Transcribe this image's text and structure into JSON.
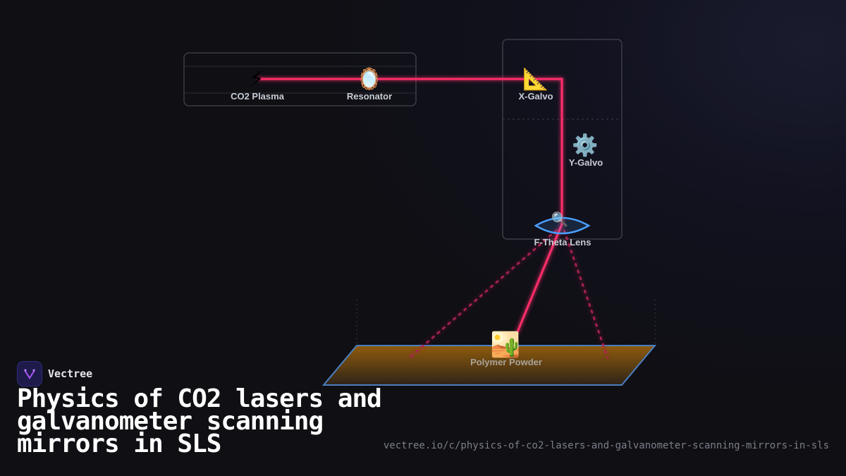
{
  "diagram": {
    "components": [
      {
        "label": "CO2 Plasma",
        "icon": "⚡"
      },
      {
        "label": "Resonator",
        "icon": "🪞"
      },
      {
        "label": "X-Galvo",
        "icon": "📐"
      },
      {
        "label": "Y-Galvo",
        "icon": "⚙️"
      },
      {
        "label": "F-Theta Lens",
        "icon": "🔍"
      },
      {
        "label": "Polymer Powder",
        "icon": "🏜️"
      }
    ],
    "colors": {
      "beam": "#ff2d6a",
      "lens": "#4a9eff",
      "powder": "#8a5a10",
      "box_border": "#3a3d45"
    }
  },
  "brand": {
    "name": "Vectree"
  },
  "title": "Physics of CO2 lasers and galvanometer scanning mirrors in SLS",
  "url": "vectree.io/c/physics-of-co2-lasers-and-galvanometer-scanning-mirrors-in-sls"
}
